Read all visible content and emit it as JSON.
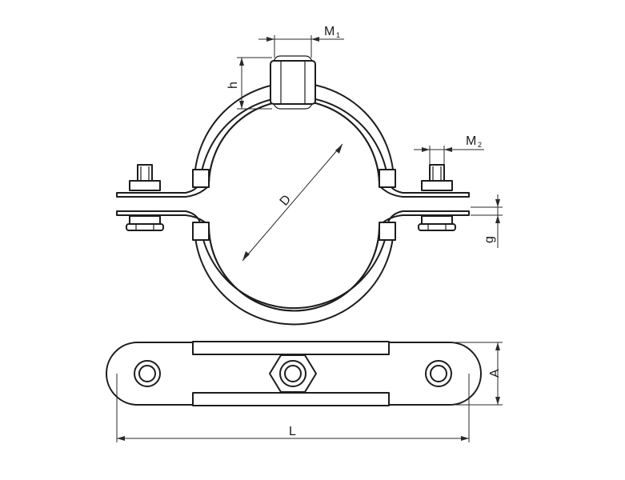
{
  "labels": {
    "m1": "M",
    "m1_sub": "1",
    "h": "h",
    "m2": "M",
    "m2_sub": "2",
    "d": "D",
    "g": "g",
    "a": "A",
    "l": "L"
  }
}
